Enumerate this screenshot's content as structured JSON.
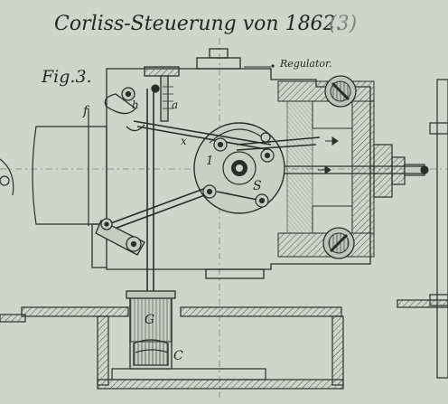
{
  "title": {
    "main": "Corliss-Steuerung von 1862.",
    "number": "(3)"
  },
  "figure": {
    "label": "Fig.3.",
    "regulator_label": "Regulator.",
    "labels": {
      "f": "f",
      "h": "h",
      "a": "a",
      "x": "x",
      "S": "S",
      "G": "G",
      "C": "C",
      "one": "1"
    }
  },
  "colors": {
    "paper": "#cfd5c8",
    "ink": "#2a2e2a",
    "hatch": "#6b716a",
    "ghost_ink": "#7f8780"
  }
}
